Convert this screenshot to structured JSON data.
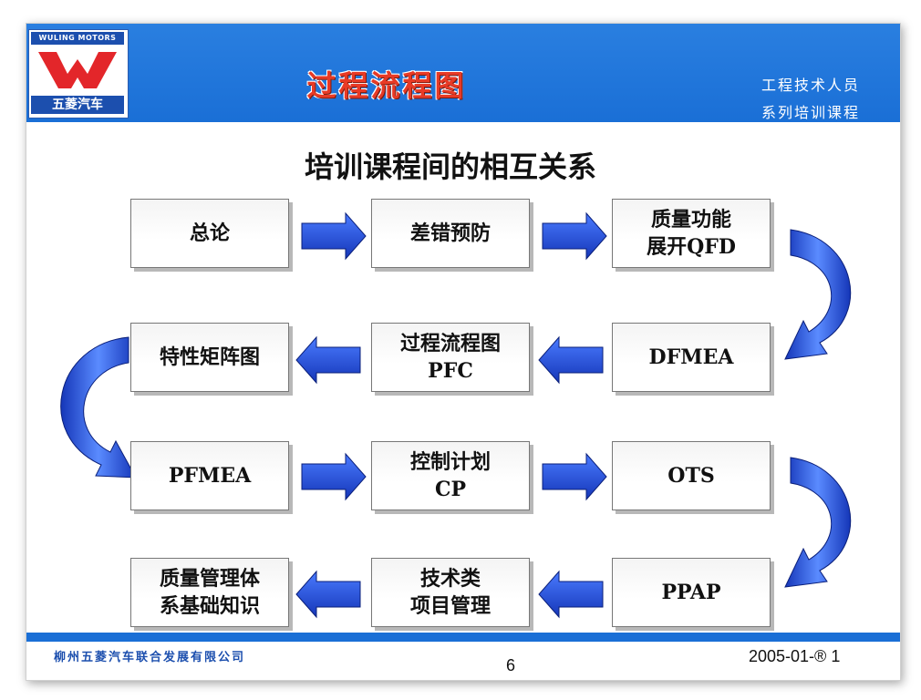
{
  "header": {
    "logo_top": "WULING MOTORS",
    "logo_bottom": "五菱汽车",
    "title": "过程流程图",
    "subtitle_line1": "工程技术人员",
    "subtitle_line2": "系列培训课程"
  },
  "heading": "培训课程间的相互关系",
  "steps": [
    {
      "label": "总论"
    },
    {
      "label": "差错预防"
    },
    {
      "label": "质量功能\n展开QFD"
    },
    {
      "label": "DFMEA"
    },
    {
      "label": "过程流程图\nPFC"
    },
    {
      "label": "特性矩阵图"
    },
    {
      "label": "PFMEA"
    },
    {
      "label": "控制计划\nCP"
    },
    {
      "label": "OTS"
    },
    {
      "label": "PPAP"
    },
    {
      "label": "技术类\n项目管理"
    },
    {
      "label": "质量管理体\n系基础知识"
    }
  ],
  "footer": {
    "company": "柳州五菱汽车联合发展有限公司",
    "page": "6",
    "date": "2005-01-® 1"
  },
  "colors": {
    "header_blue": "#1a6fd6",
    "title_red": "#e83a26",
    "arrow_blue": "#1f4fd8"
  }
}
